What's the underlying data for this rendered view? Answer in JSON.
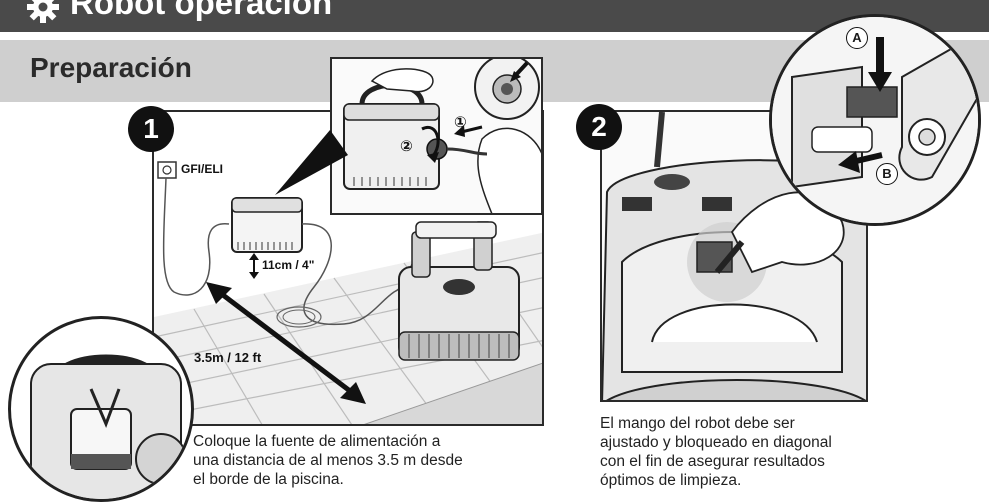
{
  "header": {
    "section_title": "Robot operación",
    "icon": "gear-icon"
  },
  "subheader": {
    "title": "Preparación"
  },
  "step1": {
    "badge": "1",
    "outlet_label": "GFI/ELI",
    "height_label": "11cm / 4\"",
    "distance_label": "3.5m / 12 ft",
    "inset_markers": [
      "①",
      "②"
    ],
    "caption_lines": [
      "Coloque la fuente de alimentación a",
      "una distancia de al menos 3.5 m desde",
      "el borde de la piscina."
    ]
  },
  "step2": {
    "badge": "2",
    "markers": [
      "A",
      "B"
    ],
    "caption_lines": [
      "El mango del robot debe ser",
      "ajustado y bloqueado en diagonal",
      "con el fin de asegurar resultados",
      "óptimos de limpieza."
    ]
  },
  "colors": {
    "header_bar": "#4a4a4a",
    "subheader_bar": "#cfcfcf",
    "badge": "#111111",
    "floor_tile": "#dcdcdc"
  }
}
